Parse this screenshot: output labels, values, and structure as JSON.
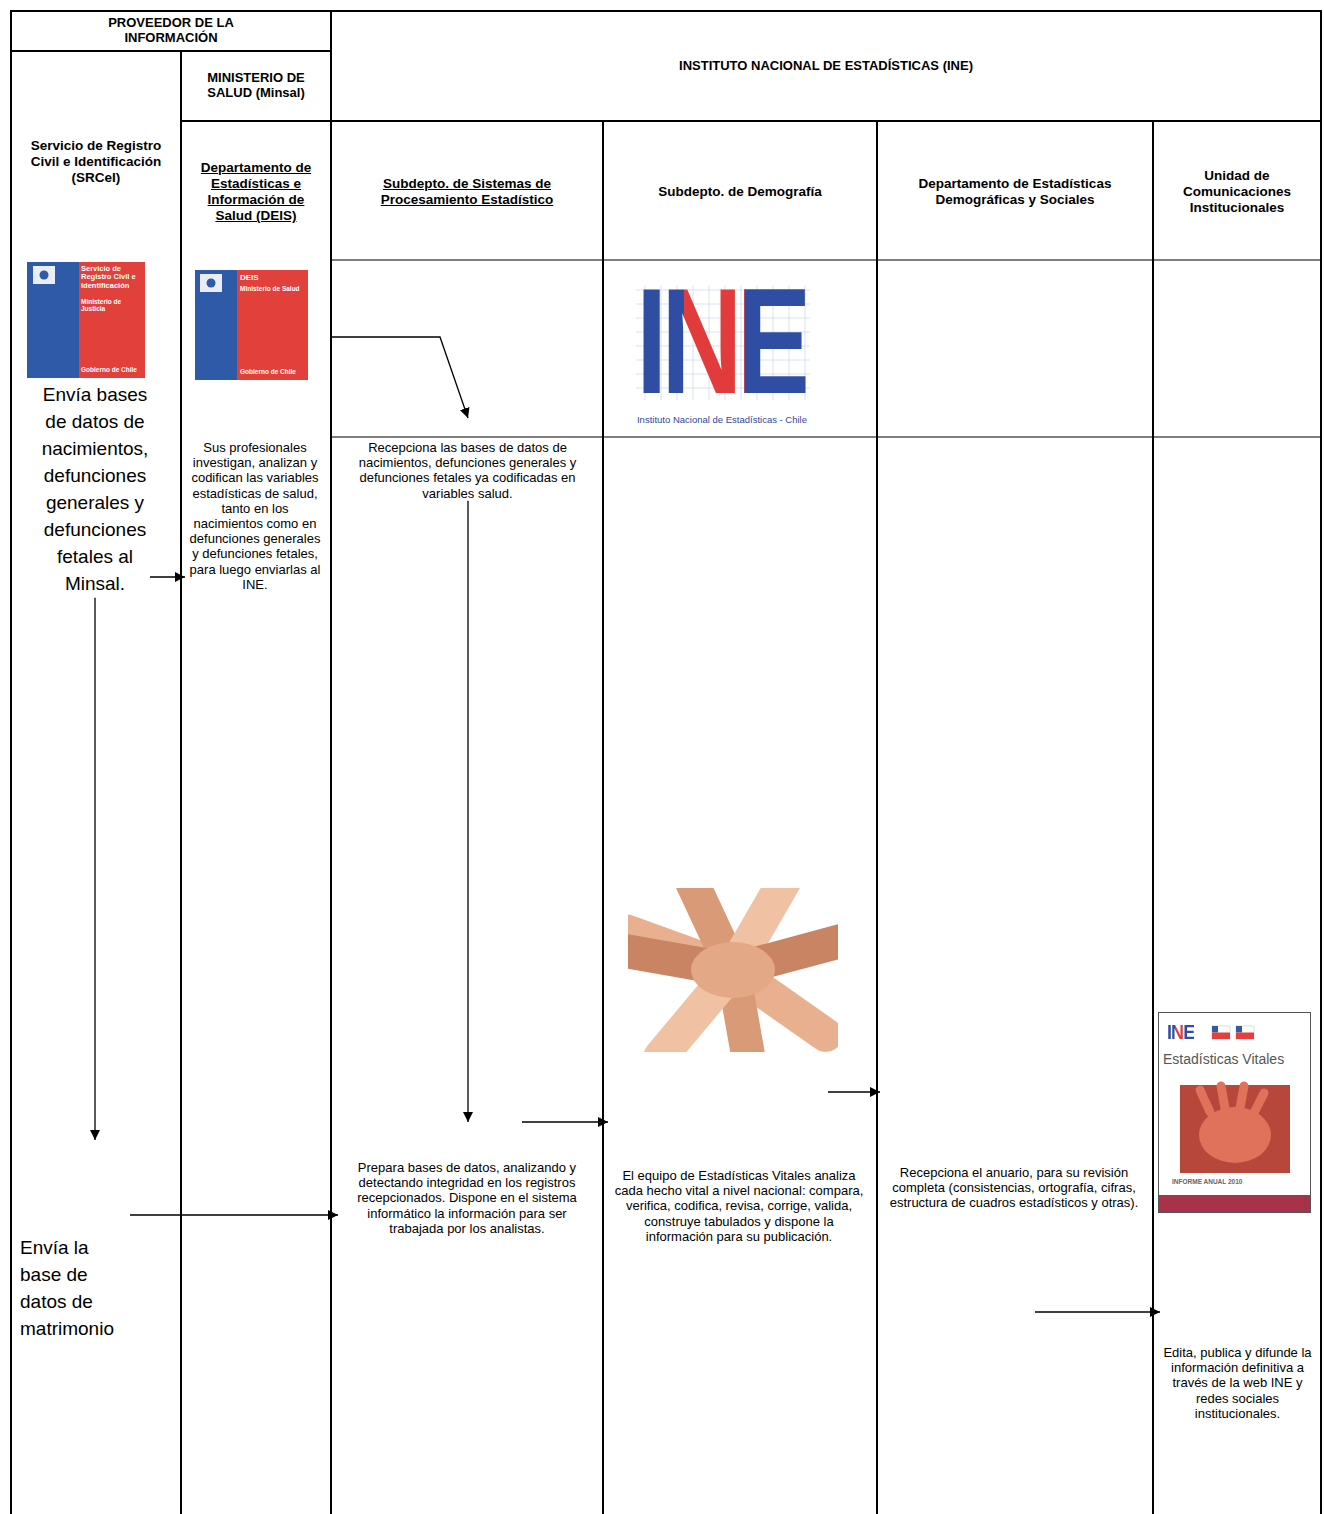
{
  "diagram": {
    "nodes": [
      {
        "text": [
          "PROVEEDOR DE LA INFORMACIÓN"
        ]
      },
      {
        "text": [
          "INSTITUTO NACIONAL DE ESTADÍSTICAS (INE)"
        ]
      },
      {
        "text": [
          "MINISTERIO DE SALUD (Minsal)"
        ]
      },
      {
        "text": [
          "Servicio de Registro Civil e Identificación (SRCeI)"
        ]
      },
      {
        "text": [
          "Departamento de Estadísticas e Información de Salud (DEIS)"
        ]
      },
      {
        "text": [
          "Subdepto. de Sistemas de Procesamiento Estadístico"
        ]
      },
      {
        "text": [
          "Subdepto. de Demografía"
        ]
      },
      {
        "text": [
          "Departamento de Estadísticas Demográficas y Sociales"
        ]
      },
      {
        "text": [
          "Unidad de Comunicaciones Institucionales"
        ]
      },
      {
        "text": [
          "Envía bases de datos de nacimientos, defunciones generales y defunciones fetales al Minsal."
        ],
        "in": 3
      },
      {
        "text": [
          "Envía la base de datos de matrimonio"
        ],
        "in": 3
      },
      {
        "text": [
          "Sus profesionales investigan, analizan y codifican las variables estadísticas de salud, tanto en los nacimientos como en defunciones generales y defunciones fetales, para luego enviarlas al INE."
        ],
        "in": 4
      },
      {
        "text": [
          "Recepciona las bases de datos de nacimientos, defunciones generales y defunciones fetales ya codificadas en variables salud."
        ],
        "in": 5
      },
      {
        "text": [
          "Prepara bases de datos, analizando y detectando integridad en los registros recepcionados. Dispone en el sistema informático la información para ser trabajada por los analistas."
        ],
        "in": 5
      },
      {
        "text": [
          "El equipo de Estadísticas Vitales analiza cada hecho vital a nivel nacional: compara, verifica, codifica, revisa, corrige, valida, construye tabulados y dispone la información para su publicación."
        ],
        "in": 6
      },
      {
        "text": [
          "Recepciona el anuario, para su revisión completa (consistencias, ortografía, cifras, estructura de cuadros estadísticos y otras)."
        ],
        "in": 7
      },
      {
        "text": [
          "Edita, publica y difunde la información definitiva a través de la web INE y redes sociales institucionales."
        ],
        "in": 8
      }
    ],
    "edges": [
      {
        "from": 9,
        "to": 11,
        "arrow": "to"
      },
      {
        "from": 4,
        "to": 12,
        "arrow": "to"
      },
      {
        "from": 12,
        "to": 13,
        "arrow": "to"
      },
      {
        "from": 9,
        "to": 10,
        "arrow": "to"
      },
      {
        "from": 10,
        "to": 13,
        "arrow": "to"
      },
      {
        "from": 13,
        "to": 14,
        "arrow": "to"
      },
      {
        "from": 14,
        "to": 15,
        "arrow": "to"
      },
      {
        "from": 15,
        "to": 16,
        "arrow": "to"
      }
    ],
    "labels": [
      "Servicio de Registro Civil e Identificación",
      "Ministerio de Justicia",
      "Gobierno de Chile",
      "DEIS",
      "Ministerio de Salud",
      "Gobierno de Chile",
      "INE",
      "Instituto Nacional de Estadísticas - Chile",
      "INE",
      "Estadísticas Vitales",
      "INFORME ANUAL 2010"
    ]
  }
}
